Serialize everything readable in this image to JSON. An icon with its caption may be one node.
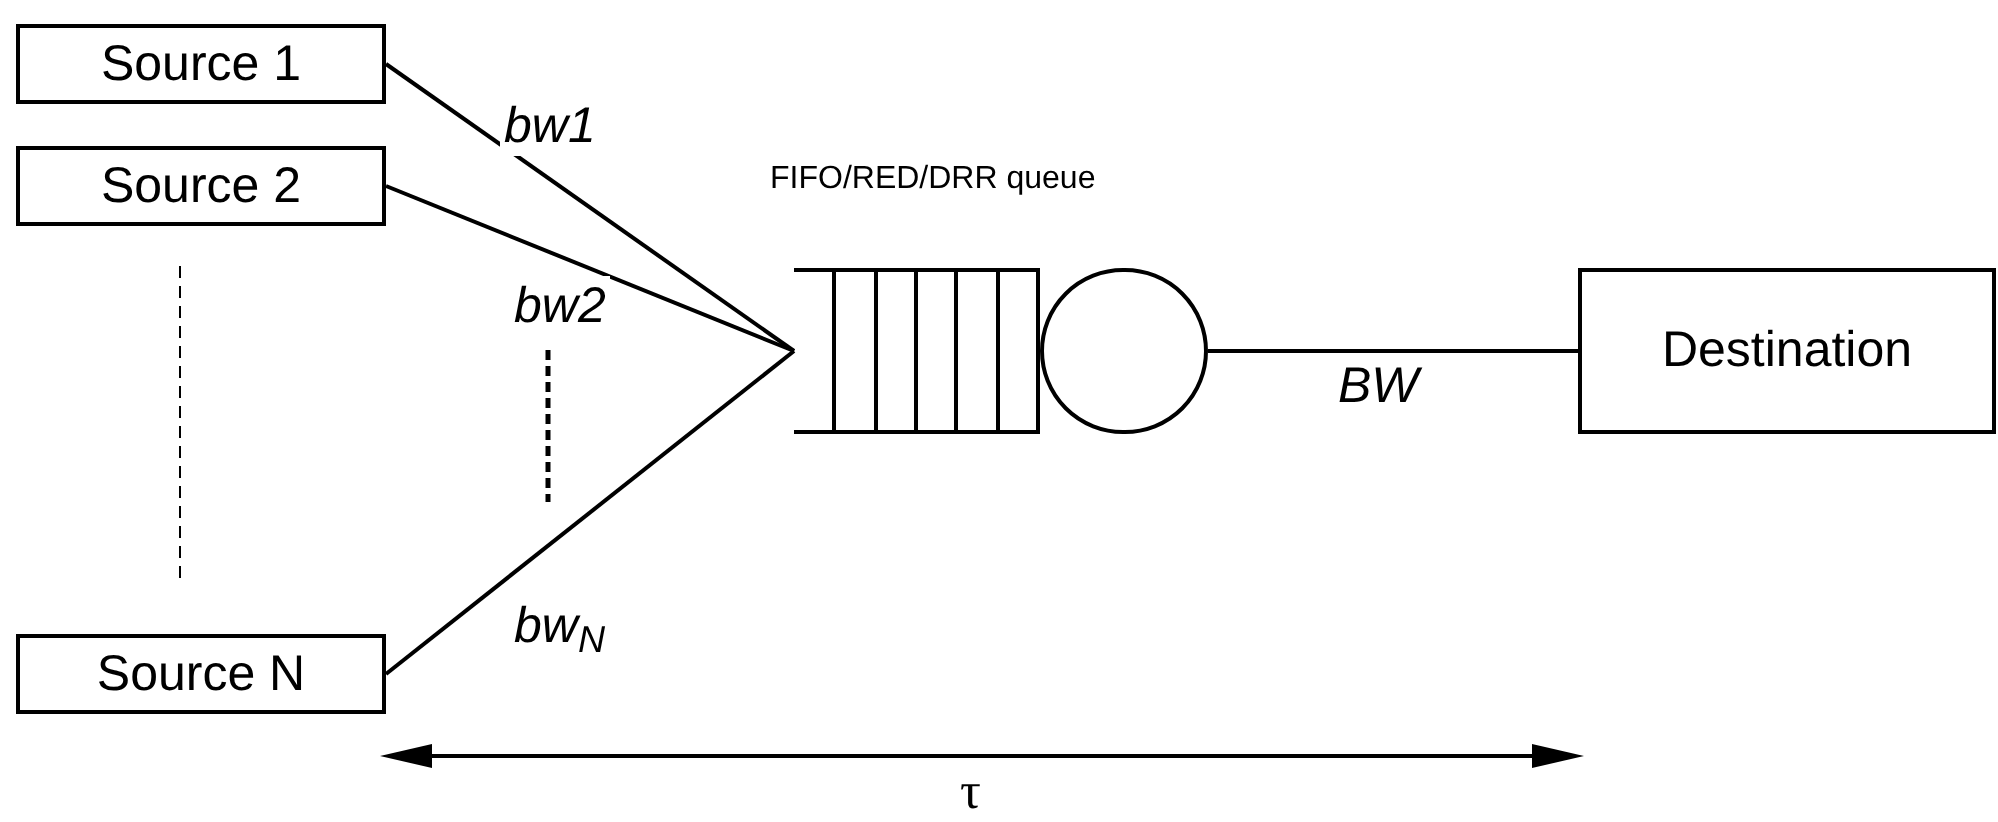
{
  "diagram": {
    "nodes": [
      {
        "text": [
          "Source 1"
        ]
      },
      {
        "text": [
          "Source 2"
        ]
      },
      {
        "text": [
          "Source N"
        ]
      },
      {
        "text": [
          "FIFO/RED/DRR queue"
        ]
      },
      {
        "text": [],
        "shape": "circle"
      },
      {
        "text": [
          "Destination"
        ]
      }
    ],
    "edges": [
      {
        "from": 0,
        "to": 3,
        "arrow": "none",
        "label": "bw1"
      },
      {
        "from": 1,
        "to": 3,
        "arrow": "none",
        "label": "bw2"
      },
      {
        "from": 2,
        "to": 3,
        "arrow": "none",
        "label": "bw$_{N}$"
      },
      {
        "from": 4,
        "to": 5,
        "arrow": "none",
        "label": "BW"
      }
    ],
    "labels": [
      "τ"
    ]
  }
}
